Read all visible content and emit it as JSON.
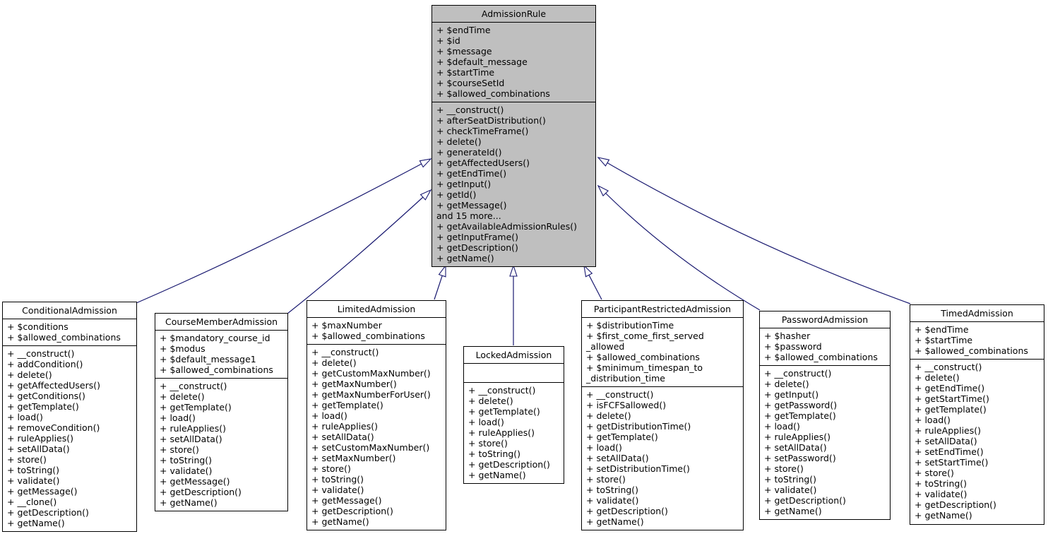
{
  "diagram": {
    "type": "uml-class-inheritance",
    "relation": "inheritance",
    "arrow_color": "#191970",
    "border_color": "#000000",
    "focus_fill": "#bfbfbf",
    "class_fill": "#ffffff",
    "background": "#ffffff"
  },
  "classes": [
    {
      "name": "AdmissionRule",
      "attributes": [
        "+ $endTime",
        "+ $id",
        "+ $message",
        "+ $default_message",
        "+ $startTime",
        "+ $courseSetId",
        "+ $allowed_combinations"
      ],
      "methods": [
        "+ __construct()",
        "+ afterSeatDistribution()",
        "+ checkTimeFrame()",
        "+ delete()",
        "+ generateId()",
        "+ getAffectedUsers()",
        "+ getEndTime()",
        "+ getInput()",
        "+ getId()",
        "+ getMessage()",
        "and 15 more...",
        "+ getAvailableAdmissionRules()",
        "+ getInputFrame()",
        "+ getDescription()",
        "+ getName()"
      ]
    },
    {
      "name": "ConditionalAdmission",
      "attributes": [
        "+ $conditions",
        "+ $allowed_combinations"
      ],
      "methods": [
        "+ __construct()",
        "+ addCondition()",
        "+ delete()",
        "+ getAffectedUsers()",
        "+ getConditions()",
        "+ getTemplate()",
        "+ load()",
        "+ removeCondition()",
        "+ ruleApplies()",
        "+ setAllData()",
        "+ store()",
        "+ toString()",
        "+ validate()",
        "+ getMessage()",
        "+ __clone()",
        "+ getDescription()",
        "+ getName()"
      ]
    },
    {
      "name": "CourseMemberAdmission",
      "attributes": [
        "+ $mandatory_course_id",
        "+ $modus",
        "+ $default_message1",
        "+ $allowed_combinations"
      ],
      "methods": [
        "+ __construct()",
        "+ delete()",
        "+ getTemplate()",
        "+ load()",
        "+ ruleApplies()",
        "+ setAllData()",
        "+ store()",
        "+ toString()",
        "+ validate()",
        "+ getMessage()",
        "+ getDescription()",
        "+ getName()"
      ]
    },
    {
      "name": "LimitedAdmission",
      "attributes": [
        "+ $maxNumber",
        "+ $allowed_combinations"
      ],
      "methods": [
        "+ __construct()",
        "+ delete()",
        "+ getCustomMaxNumber()",
        "+ getMaxNumber()",
        "+ getMaxNumberForUser()",
        "+ getTemplate()",
        "+ load()",
        "+ ruleApplies()",
        "+ setAllData()",
        "+ setCustomMaxNumber()",
        "+ setMaxNumber()",
        "+ store()",
        "+ toString()",
        "+ validate()",
        "+ getMessage()",
        "+ getDescription()",
        "+ getName()"
      ]
    },
    {
      "name": "LockedAdmission",
      "attributes": [],
      "methods": [
        "+ __construct()",
        "+ delete()",
        "+ getTemplate()",
        "+ load()",
        "+ ruleApplies()",
        "+ store()",
        "+ toString()",
        "+ getDescription()",
        "+ getName()"
      ]
    },
    {
      "name": "ParticipantRestrictedAdmission",
      "attributes": [
        "+ $distributionTime",
        "+ $first_come_first_served",
        "_allowed",
        "+ $allowed_combinations",
        "+ $minimum_timespan_to",
        "_distribution_time"
      ],
      "methods": [
        "+ __construct()",
        "+ isFCFSallowed()",
        "+ delete()",
        "+ getDistributionTime()",
        "+ getTemplate()",
        "+ load()",
        "+ setAllData()",
        "+ setDistributionTime()",
        "+ store()",
        "+ toString()",
        "+ validate()",
        "+ getDescription()",
        "+ getName()"
      ]
    },
    {
      "name": "PasswordAdmission",
      "attributes": [
        "+ $hasher",
        "+ $password",
        "+ $allowed_combinations"
      ],
      "methods": [
        "+ __construct()",
        "+ delete()",
        "+ getInput()",
        "+ getPassword()",
        "+ getTemplate()",
        "+ load()",
        "+ ruleApplies()",
        "+ setAllData()",
        "+ setPassword()",
        "+ store()",
        "+ toString()",
        "+ validate()",
        "+ getDescription()",
        "+ getName()"
      ]
    },
    {
      "name": "TimedAdmission",
      "attributes": [
        "+ $endTime",
        "+ $startTime",
        "+ $allowed_combinations"
      ],
      "methods": [
        "+ __construct()",
        "+ delete()",
        "+ getEndTime()",
        "+ getStartTime()",
        "+ getTemplate()",
        "+ load()",
        "+ ruleApplies()",
        "+ setAllData()",
        "+ setEndTime()",
        "+ setStartTime()",
        "+ store()",
        "+ toString()",
        "+ validate()",
        "+ getDescription()",
        "+ getName()"
      ]
    }
  ],
  "edges": [
    {
      "from": "ConditionalAdmission",
      "to": "AdmissionRule",
      "type": "inheritance"
    },
    {
      "from": "CourseMemberAdmission",
      "to": "AdmissionRule",
      "type": "inheritance"
    },
    {
      "from": "LimitedAdmission",
      "to": "AdmissionRule",
      "type": "inheritance"
    },
    {
      "from": "LockedAdmission",
      "to": "AdmissionRule",
      "type": "inheritance"
    },
    {
      "from": "ParticipantRestrictedAdmission",
      "to": "AdmissionRule",
      "type": "inheritance"
    },
    {
      "from": "PasswordAdmission",
      "to": "AdmissionRule",
      "type": "inheritance"
    },
    {
      "from": "TimedAdmission",
      "to": "AdmissionRule",
      "type": "inheritance"
    }
  ]
}
